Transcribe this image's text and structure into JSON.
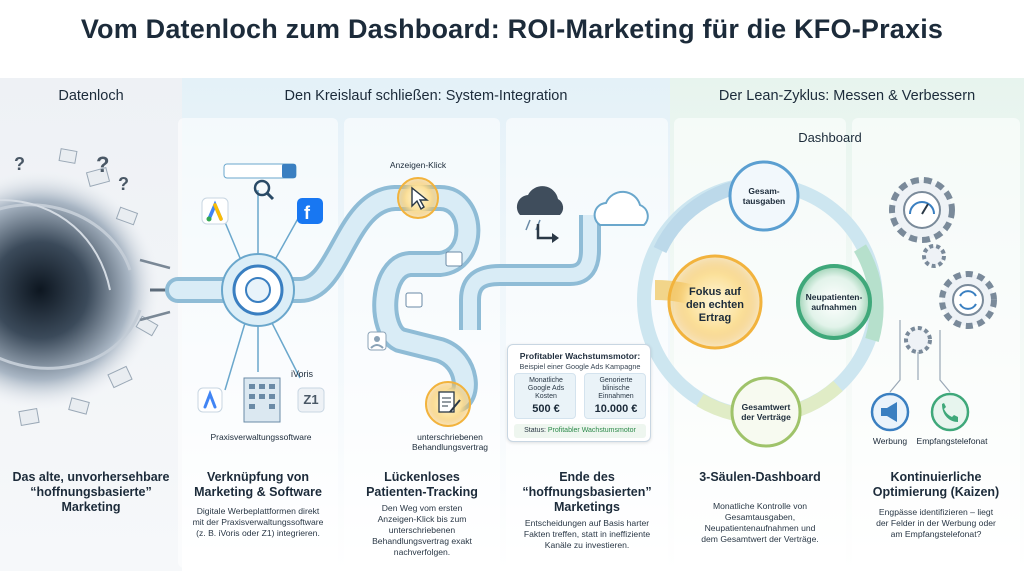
{
  "title": "Vom Datenloch zum Dashboard: ROI-Marketing für die KFO-Praxis",
  "headers": {
    "left": "Datenloch",
    "middle": "Den Kreislauf schließen: System-Integration",
    "right": "Der Lean-Zyklus: Messen & Verbessern"
  },
  "labels": {
    "anzeigen_klick": "Anzeigen-Klick",
    "ivoris": "iVoris",
    "z1": "Z1",
    "praxisverwaltung": "Praxisverwaltungssoftware",
    "vertrag_line1": "unterschriebenen",
    "vertrag_line2": "Behandlungsvertrag",
    "dashboard": "Dashboard",
    "gesamtausgaben_1": "Gesam-",
    "gesamtausgaben_2": "tausgaben",
    "neupatienten_1": "Neupatienten-",
    "neupatienten_2": "aufnahmen",
    "gesamtwert_1": "Gesamtwert",
    "gesamtwert_2": "der Verträge",
    "fokus_1": "Fokus auf",
    "fokus_2": "den echten",
    "fokus_3": "Ertrag",
    "werbung": "Werbung",
    "empfang": "Empfangstelefonat"
  },
  "roi": {
    "title": "Profitabler Wachstumsmotor:",
    "subtitle": "Beispiel einer Google Ads Kampagne",
    "cost_label_1": "Monatliche",
    "cost_label_2": "Google Ads",
    "cost_label_3": "Kosten",
    "cost_value": "500 €",
    "income_label_1": "Genorierte",
    "income_label_2": "blinische",
    "income_label_3": "Einnahmen",
    "income_value": "10.000 €",
    "status_label": "Status:",
    "status_value": "Profitabler Wachstumsmotor"
  },
  "columns": [
    {
      "title_1": "Das alte, unvorhersehbare",
      "title_2": "“hoffnungsbasierte”",
      "title_3": "Marketing",
      "desc_1": "",
      "desc_2": "",
      "desc_3": "",
      "desc_4": ""
    },
    {
      "title_1": "Verknüpfung von",
      "title_2": "Marketing & Software",
      "title_3": "",
      "desc_1": "Digitale Werbeplattformen direkt",
      "desc_2": "mit der Praxisverwaltungssoftware",
      "desc_3": "(z. B. iVoris oder Z1) integrieren.",
      "desc_4": ""
    },
    {
      "title_1": "Lückenloses",
      "title_2": "Patienten-Tracking",
      "title_3": "",
      "desc_1": "Den Weg vom ersten",
      "desc_2": "Anzeigen-Klick bis zum",
      "desc_3": "unterschriebenen",
      "desc_4": "Behandlungsvertrag exakt",
      "desc_5": "nachverfolgen."
    },
    {
      "title_1": "Ende des",
      "title_2": "“hoffnungsbasierten”",
      "title_3": "Marketings",
      "desc_1": "Entscheidungen auf Basis harter",
      "desc_2": "Fakten treffen, statt in ineffiziente",
      "desc_3": "Kanäle zu investieren.",
      "desc_4": ""
    },
    {
      "title_1": "3-Säulen-Dashboard",
      "title_2": "",
      "title_3": "",
      "desc_1": "Monatliche Kontrolle von",
      "desc_2": "Gesamtausgaben,",
      "desc_3": "Neupatientenaufnahmen und",
      "desc_4": "dem Gesamtwert der Verträge."
    },
    {
      "title_1": "Kontinuierliche",
      "title_2": "Optimierung (Kaizen)",
      "title_3": "",
      "desc_1": "Engpässe identifizieren – liegt",
      "desc_2": "der Felder in der Werbung oder",
      "desc_3": "am Empfangstelefonat?",
      "desc_4": ""
    }
  ],
  "colors": {
    "pipe": "#bcd9ea",
    "accent_blue": "#3a7fc1",
    "accent_green": "#3fa87a",
    "accent_orange": "#f2b33d"
  }
}
